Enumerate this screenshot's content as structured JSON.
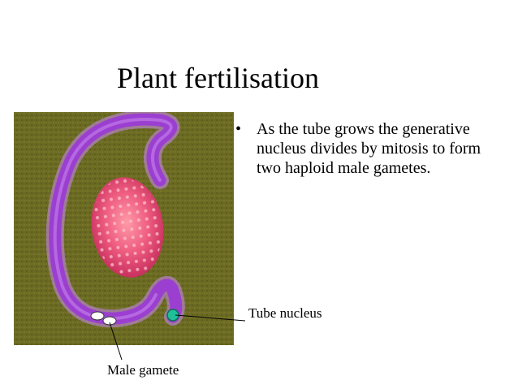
{
  "slide": {
    "title": "Plant fertilisation",
    "bullet": "As the tube grows the generative nucleus divides by mitosis to form two haploid male gametes.",
    "bullet_marker": "•"
  },
  "labels": {
    "tube_nucleus": "Tube nucleus",
    "male_gamete": "Male gamete"
  },
  "illustration": {
    "subject": "pollen-grain-with-pollen-tube",
    "colors": {
      "background": "#6b6a22",
      "pollen_tube": "#9b3fd0",
      "pollen_grain": "#e8507a",
      "tube_nucleus": "#1fbf9a",
      "male_gametes": "#ffffff"
    }
  }
}
